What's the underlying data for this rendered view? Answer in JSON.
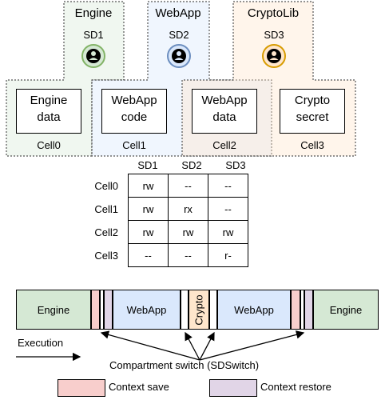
{
  "colors": {
    "engine": "#d5e8d4",
    "engine_stroke": "#82b366",
    "webapp": "#dae8fc",
    "webapp_stroke": "#6c8ebf",
    "crypto": "#ffe6cc",
    "crypto_stroke": "#d79b00",
    "context_save": "#f8cecc",
    "context_restore": "#e1d5e7"
  },
  "domains": [
    {
      "name": "Engine",
      "sd": "SD1",
      "icon": "user-icon"
    },
    {
      "name": "WebApp",
      "sd": "SD2",
      "icon": "user-icon"
    },
    {
      "name": "CryptoLib",
      "sd": "SD3",
      "icon": "user-icon"
    }
  ],
  "cells": [
    {
      "line1": "Engine",
      "line2": "data",
      "label": "Cell0"
    },
    {
      "line1": "WebApp",
      "line2": "code",
      "label": "Cell1"
    },
    {
      "line1": "WebApp",
      "line2": "data",
      "label": "Cell2"
    },
    {
      "line1": "Crypto",
      "line2": "secret",
      "label": "Cell3"
    }
  ],
  "permissions": {
    "columns": [
      "SD1",
      "SD2",
      "SD3"
    ],
    "rows": [
      {
        "cell": "Cell0",
        "values": [
          "rw",
          "--",
          "--"
        ]
      },
      {
        "cell": "Cell1",
        "values": [
          "rw",
          "rx",
          "--"
        ]
      },
      {
        "cell": "Cell2",
        "values": [
          "rw",
          "rw",
          "rw"
        ]
      },
      {
        "cell": "Cell3",
        "values": [
          "--",
          "--",
          "r-"
        ]
      }
    ]
  },
  "timeline": {
    "engine_left": "Engine",
    "webapp_1": "WebApp",
    "crypto": "Crypto",
    "webapp_2": "WebApp",
    "engine_right": "Engine",
    "execution_label": "Execution",
    "switch_label": "Compartment switch (SDSwitch)"
  },
  "legend": {
    "save": "Context save",
    "restore": "Context restore"
  }
}
